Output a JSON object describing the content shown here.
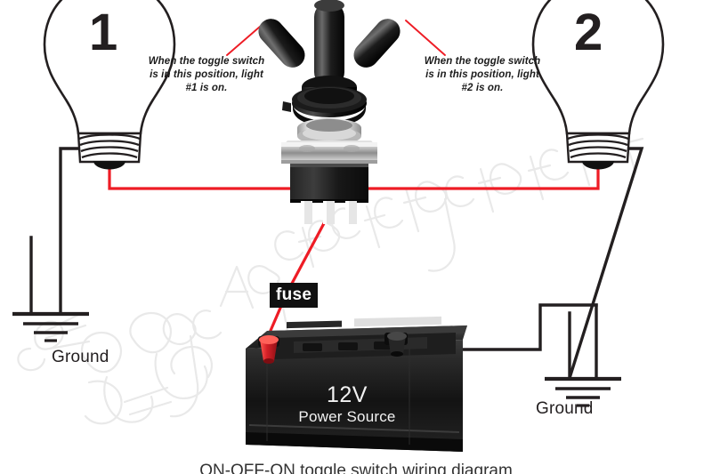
{
  "diagram": {
    "caption": "ON-OFF-ON toggle switch wiring diagram",
    "watermark_text": "Boogey Lights",
    "colors": {
      "hot_wire": "#ee1c25",
      "ground_wire": "#231f20",
      "background": "#ffffff",
      "label_box": "#111111",
      "battery_body": "#1a1a1a",
      "positive_terminal": "#d42027",
      "text": "#231f20"
    }
  },
  "annotations": [
    {
      "id": "anno-left",
      "line1": "When the toggle switch",
      "line2": "is in this position, light",
      "line3": "#1 is on."
    },
    {
      "id": "anno-right",
      "line1": "When the toggle switch",
      "line2": "is in this position, light",
      "line3": "#2 is on."
    }
  ],
  "bulbs": [
    {
      "id": "bulb-1",
      "number": "1"
    },
    {
      "id": "bulb-2",
      "number": "2"
    }
  ],
  "grounds": [
    {
      "id": "ground-left",
      "label": "Ground"
    },
    {
      "id": "ground-right",
      "label": "Ground"
    }
  ],
  "fuse": {
    "label": "fuse"
  },
  "battery": {
    "voltage": "12V",
    "source_label": "Power Source"
  },
  "switch": {
    "name": "toggle-switch",
    "positions": [
      "left",
      "center",
      "right"
    ],
    "terminals": 3
  }
}
